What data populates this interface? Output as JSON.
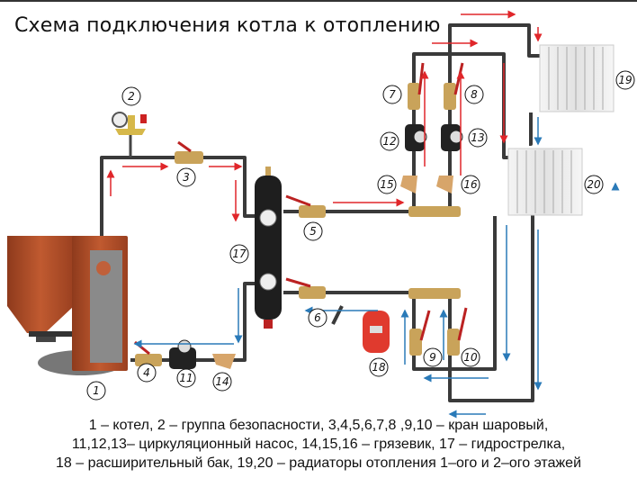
{
  "title": "Схема подключения котла к отоплению",
  "labels": {
    "n1": "1",
    "n2": "2",
    "n3": "3",
    "n4": "4",
    "n5": "5",
    "n6": "6",
    "n7": "7",
    "n8": "8",
    "n9": "9",
    "n10": "10",
    "n11": "11",
    "n12": "12",
    "n13": "13",
    "n14": "14",
    "n15": "15",
    "n16": "16",
    "n17": "17",
    "n18": "18",
    "n19": "19",
    "n20": "20"
  },
  "legend": {
    "line1": "1 – котел, 2 – группа безопасности, 3,4,5,6,7,8 ,9,10 – кран шаровый,",
    "line2": "11,12,13– циркуляционный насос, 14,15,16 – грязевик, 17 – гидрострелка,",
    "line3": "18 – расширительный бак, 19,20 – радиаторы отопления 1–ого и 2–ого этажей"
  },
  "colors": {
    "supply": "#e0262a",
    "return": "#2a7ab8",
    "pipe": "#3a3a3a",
    "boiler": "#b4502a",
    "brass": "#c9a35a",
    "tank": "#e03a2e"
  }
}
